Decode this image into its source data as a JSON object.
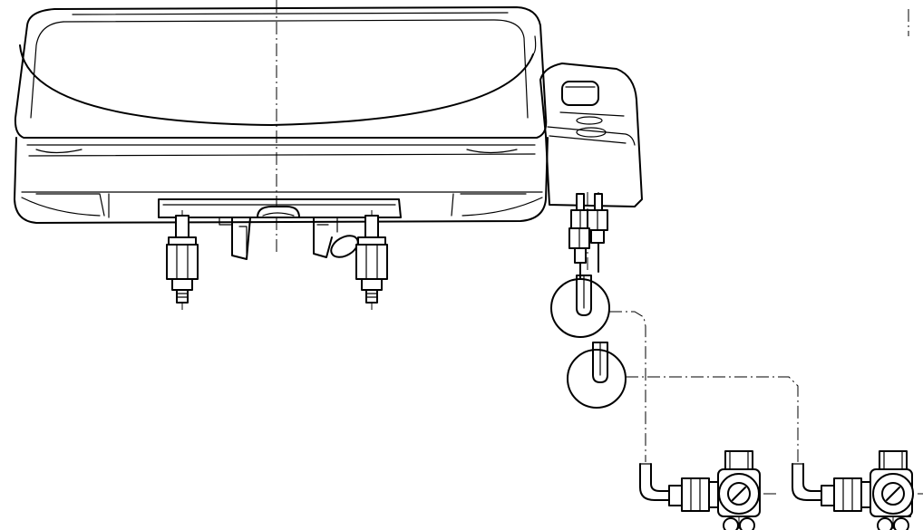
{
  "drawing": {
    "view": "front-elevation",
    "style": "monochrome line art",
    "colors": {
      "line": "#000000",
      "background": "#ffffff"
    },
    "components": [
      {
        "id": "scale-housing",
        "icon": "weighing-scale-body"
      },
      {
        "id": "weighing-platter",
        "icon": "platter"
      },
      {
        "id": "control-pod",
        "icon": "control-knob-pod"
      },
      {
        "id": "leveling-foot-left",
        "icon": "threaded-foot"
      },
      {
        "id": "leveling-foot-right",
        "icon": "threaded-foot"
      },
      {
        "id": "gas-fittings",
        "icon": "compression-fittings"
      },
      {
        "id": "tube-loop-upper",
        "icon": "tube-coil"
      },
      {
        "id": "tube-loop-lower",
        "icon": "tube-coil"
      },
      {
        "id": "shutoff-valve-left",
        "icon": "quarter-turn-valve"
      },
      {
        "id": "shutoff-valve-right",
        "icon": "quarter-turn-valve"
      }
    ],
    "centerlines": "dash-dot",
    "text_labels": []
  }
}
